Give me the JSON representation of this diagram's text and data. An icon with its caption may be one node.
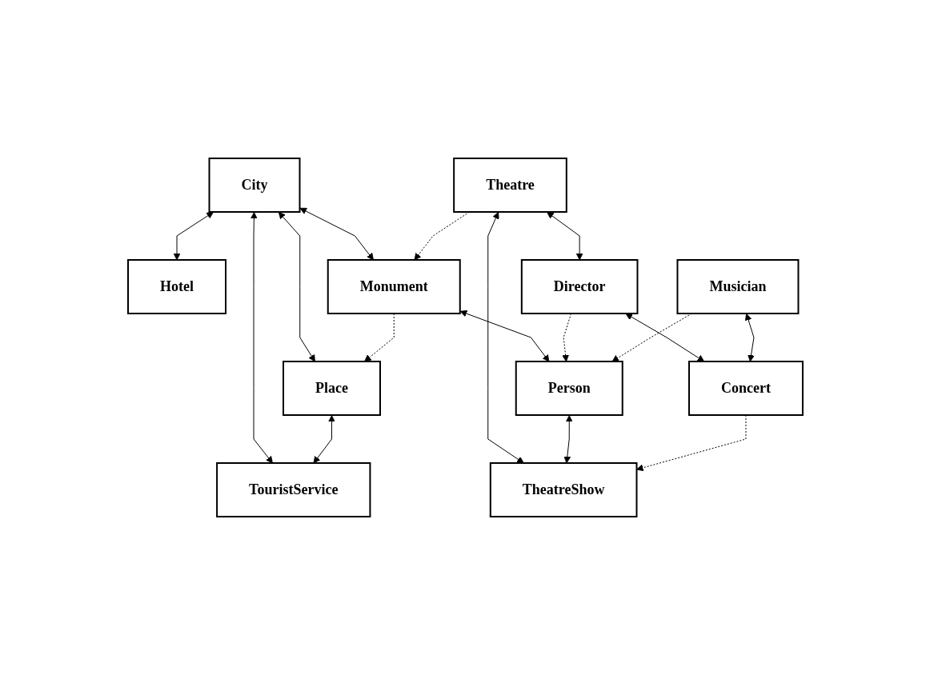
{
  "diagram": {
    "nodes": [
      {
        "text": [
          "City"
        ]
      },
      {
        "text": [
          "Place"
        ]
      },
      {
        "text": [
          "Hotel"
        ]
      },
      {
        "text": [
          "Monument"
        ]
      },
      {
        "text": [
          "TouristService"
        ]
      },
      {
        "text": [
          "Theatre"
        ]
      },
      {
        "text": [
          "Person"
        ]
      },
      {
        "text": [
          "TheatreShow"
        ]
      },
      {
        "text": [
          "Director"
        ]
      },
      {
        "text": [
          "Musician"
        ]
      },
      {
        "text": [
          "Concert"
        ]
      }
    ],
    "edges": [
      {
        "from": 0,
        "to": 1,
        "arrow": "both"
      },
      {
        "from": 0,
        "to": 4,
        "arrow": "both"
      },
      {
        "from": 0,
        "to": 3,
        "arrow": "both"
      },
      {
        "from": 1,
        "to": 4,
        "arrow": "both"
      },
      {
        "from": 0,
        "to": 2,
        "arrow": "both"
      },
      {
        "from": 3,
        "to": 1,
        "arrow": "to",
        "style": "dashed"
      },
      {
        "from": 3,
        "to": 6,
        "arrow": "both"
      },
      {
        "from": 5,
        "to": 3,
        "arrow": "to",
        "style": "dashed"
      },
      {
        "from": 5,
        "to": 7,
        "arrow": "both"
      },
      {
        "from": 5,
        "to": 8,
        "arrow": "both"
      },
      {
        "from": 8,
        "to": 6,
        "arrow": "to",
        "style": "dashed"
      },
      {
        "from": 9,
        "to": 6,
        "arrow": "to",
        "style": "dashed"
      },
      {
        "from": 6,
        "to": 7,
        "arrow": "both"
      },
      {
        "from": 10,
        "to": 7,
        "arrow": "to",
        "style": "dashed"
      },
      {
        "from": 8,
        "to": 10,
        "arrow": "both"
      },
      {
        "from": 9,
        "to": 10,
        "arrow": "both"
      }
    ]
  }
}
